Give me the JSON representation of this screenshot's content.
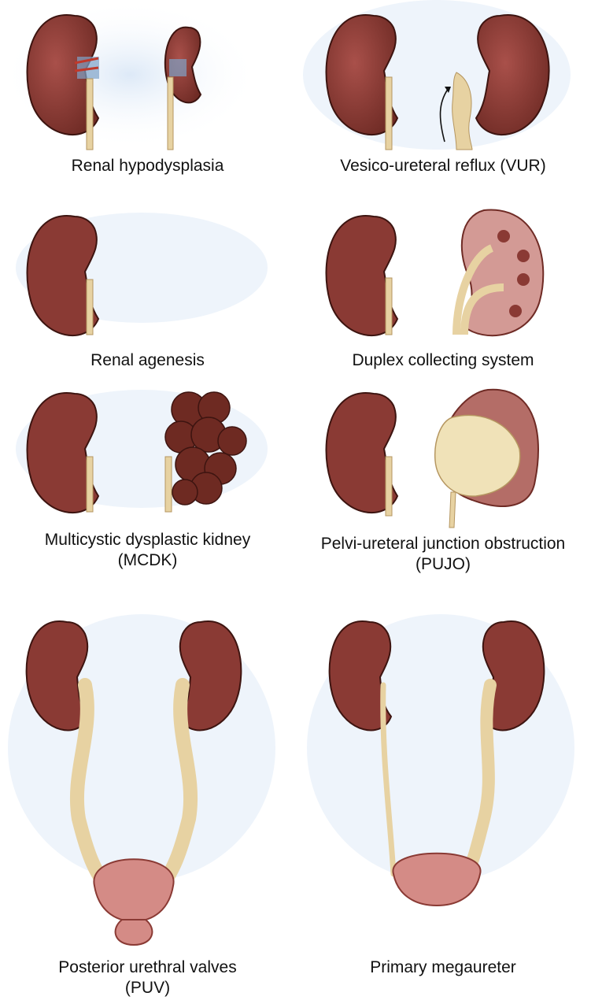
{
  "figure": {
    "panels": [
      {
        "id": "renal-hypodysplasia",
        "caption": [
          "Renal hypodysplasia"
        ]
      },
      {
        "id": "vur",
        "caption": [
          "Vesico-ureteral reflux (VUR)"
        ]
      },
      {
        "id": "renal-agenesis",
        "caption": [
          "Renal agenesis"
        ]
      },
      {
        "id": "duplex",
        "caption": [
          "Duplex collecting system"
        ]
      },
      {
        "id": "mcdk",
        "caption": [
          "Multicystic dysplastic kidney",
          "(MCDK)"
        ]
      },
      {
        "id": "pujo",
        "caption": [
          "Pelvi-ureteral junction obstruction",
          "(PUJO)"
        ]
      },
      {
        "id": "puv",
        "caption": [
          "Posterior urethral valves",
          "(PUV)"
        ]
      },
      {
        "id": "megaureter",
        "caption": [
          "Primary megaureter"
        ]
      }
    ],
    "colors": {
      "kidney": "#8a3a34",
      "kidney_light": "#b45e57",
      "ureter": "#e7d2a2",
      "ureter_dark": "#cdb07a",
      "bladder": "#d48b86",
      "cyst": "#6e2a22",
      "background_glow": "#dde9f7",
      "artery": "#c0392b",
      "vein": "#2e5aa8"
    }
  }
}
